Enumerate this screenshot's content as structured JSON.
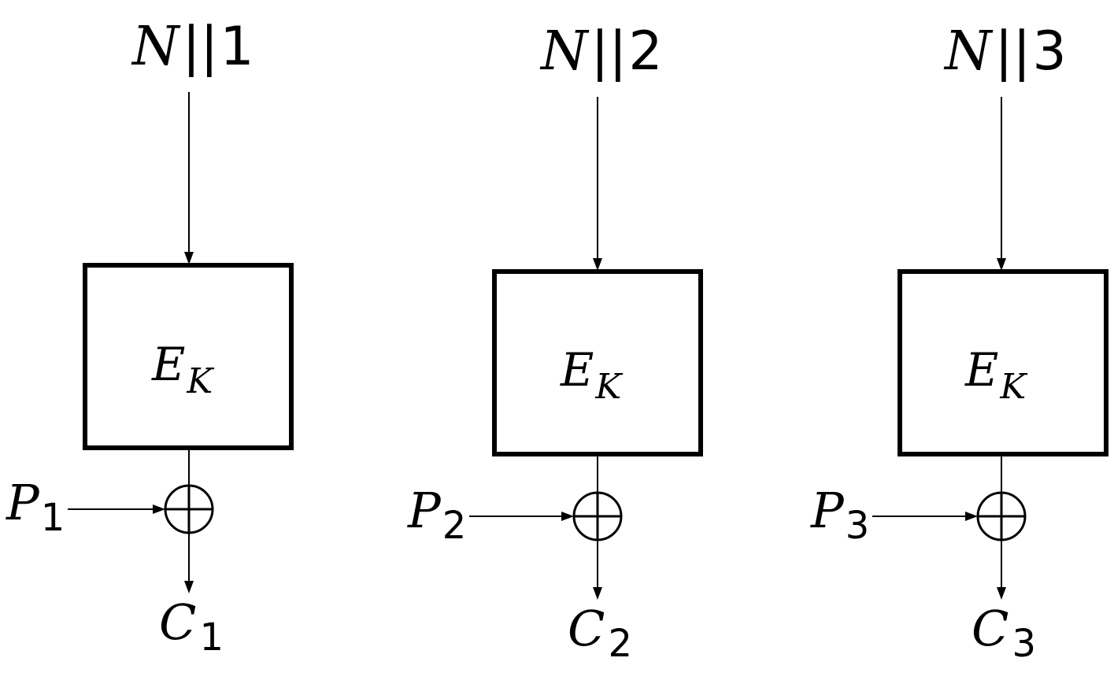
{
  "stages": [
    {
      "nonce": {
        "base": "N",
        "separator": "||",
        "counter": "1"
      },
      "block": {
        "base": "E",
        "sub": "K"
      },
      "plaintext": {
        "base": "P",
        "sub": "1"
      },
      "ciphertext": {
        "base": "C",
        "sub": "1"
      }
    },
    {
      "nonce": {
        "base": "N",
        "separator": "||",
        "counter": "2"
      },
      "block": {
        "base": "E",
        "sub": "K"
      },
      "plaintext": {
        "base": "P",
        "sub": "2"
      },
      "ciphertext": {
        "base": "C",
        "sub": "2"
      }
    },
    {
      "nonce": {
        "base": "N",
        "separator": "||",
        "counter": "3"
      },
      "block": {
        "base": "E",
        "sub": "K"
      },
      "plaintext": {
        "base": "P",
        "sub": "3"
      },
      "ciphertext": {
        "base": "C",
        "sub": "3"
      }
    }
  ]
}
